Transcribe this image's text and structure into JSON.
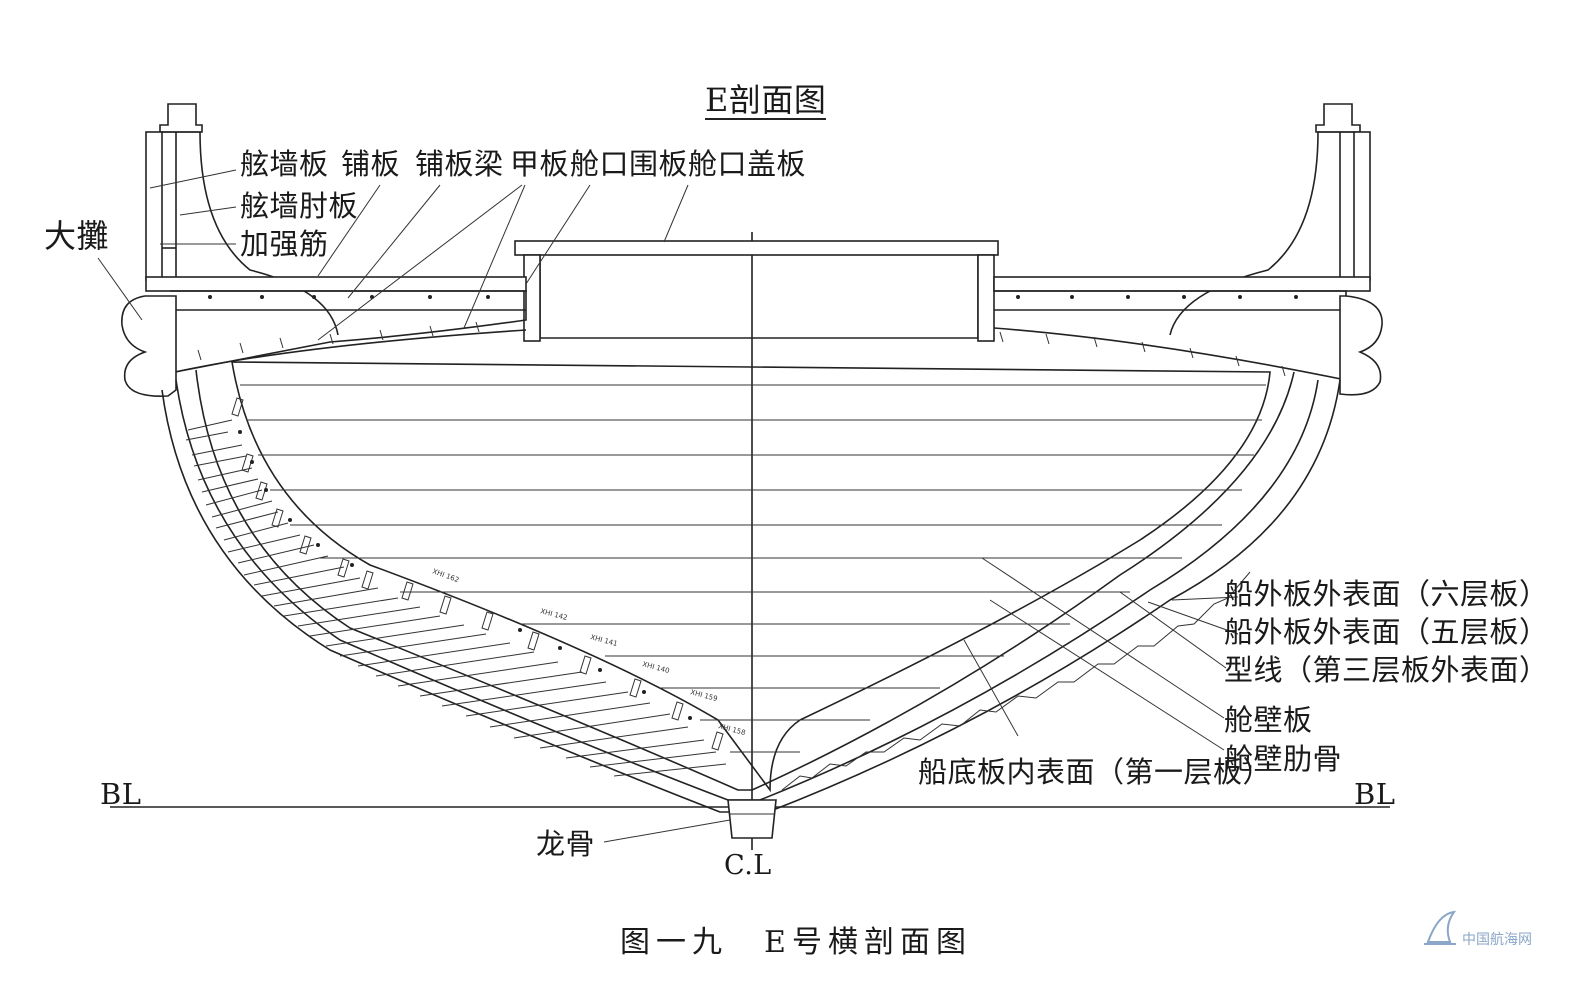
{
  "title": "E剖面图",
  "caption": "图一九　E号横剖面图",
  "labels": {
    "daxie": "大攤",
    "xianqiangban": "舷墙板",
    "xianqiangzhouban": "舷墙肘板",
    "jiaqiangjin": "加强筋",
    "puban": "铺板",
    "pubanliang": "铺板梁",
    "jiaban": "甲板",
    "cangkouweiban": "舱口围板",
    "cangkougaiban": "舱口盖板",
    "outer6": "船外板外表面（六层板）",
    "outer5": "船外板外表面（五层板）",
    "moldline": "型线（第三层板外表面）",
    "bulkhead": "舱壁板",
    "bulkhead_rib": "舱壁肋骨",
    "bottom_inner": "船底板内表面（第一层板）",
    "keel": "龙骨",
    "bl_left": "BL",
    "bl_right": "BL",
    "cl": "C.L"
  },
  "frame_marks": [
    "XHI 162",
    "XHI 142",
    "XHI 141",
    "XHI 140",
    "XHI 159",
    "XHI 158"
  ],
  "watermark": "中国航海网",
  "colors": {
    "line": "#222222",
    "watermark": "#8aa6c8"
  }
}
